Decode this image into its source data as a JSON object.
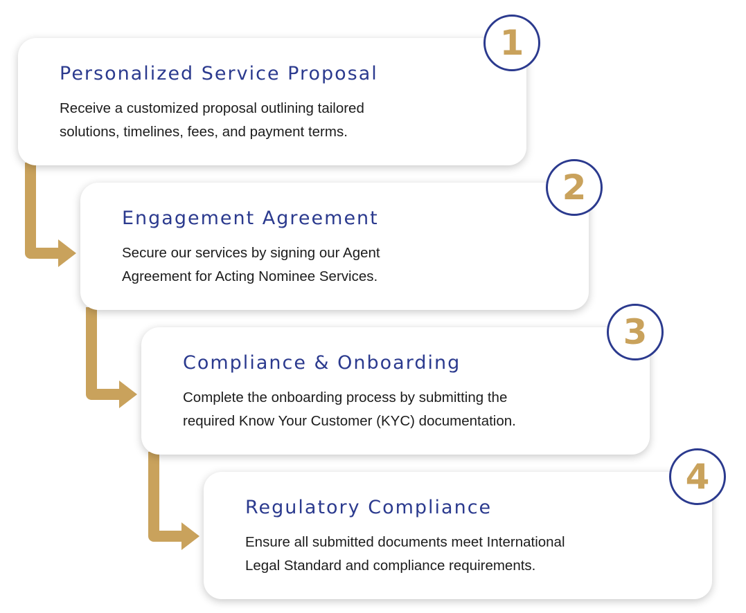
{
  "steps": [
    {
      "number": "1",
      "title": "Personalized Service Proposal",
      "description_lines": [
        "Receive a customized proposal outlining tailored",
        "solutions, timelines, fees, and payment terms."
      ]
    },
    {
      "number": "2",
      "title": "Engagement Agreement",
      "description_lines": [
        "Secure our services by signing our Agent",
        "Agreement for Acting Nominee Services."
      ]
    },
    {
      "number": "3",
      "title": "Compliance & Onboarding",
      "description_lines": [
        "Complete the onboarding process by submitting the",
        "required Know Your Customer (KYC) documentation."
      ]
    },
    {
      "number": "4",
      "title": "Regulatory Compliance",
      "description_lines": [
        "Ensure all submitted documents meet International",
        "Legal Standard and compliance requirements."
      ]
    }
  ],
  "colors": {
    "title": "#2b3a8e",
    "badge_border": "#2b3a8e",
    "badge_number": "#c9a25c",
    "connector": "#c9a25c",
    "body_text": "#1c1c1c"
  }
}
